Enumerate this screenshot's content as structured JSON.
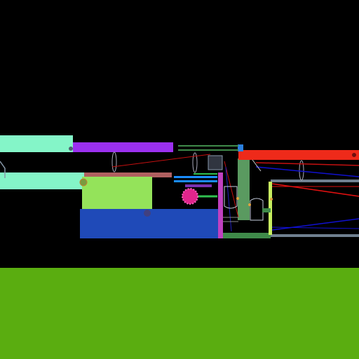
{
  "scene": {
    "type": "physics-sandbox-machine",
    "colors": {
      "background": "#000000",
      "ground": "#5aad10",
      "cyan_platform": "#84f5c8",
      "purple_bar": "#9b30f0",
      "red_bar": "#ee2a1a",
      "light_green_block": "#94e35a",
      "blue_block": "#1f4ab8",
      "dark_green": "#3f8a4a",
      "magenta_gear": "#e0258c",
      "magenta_post": "#c040c0",
      "rope_red": "#c41010",
      "rope_blue": "#1010d0",
      "steel": "#708090",
      "joint_marker": "#a02020"
    },
    "objects": [
      "ground",
      "cyan-platform-upper",
      "cyan-platform-lower",
      "purple-bar",
      "red-bar",
      "light-green-block",
      "blue-block",
      "green-pillar",
      "green-base-plate",
      "gear",
      "pulley-wheels",
      "ropes",
      "rails"
    ]
  }
}
